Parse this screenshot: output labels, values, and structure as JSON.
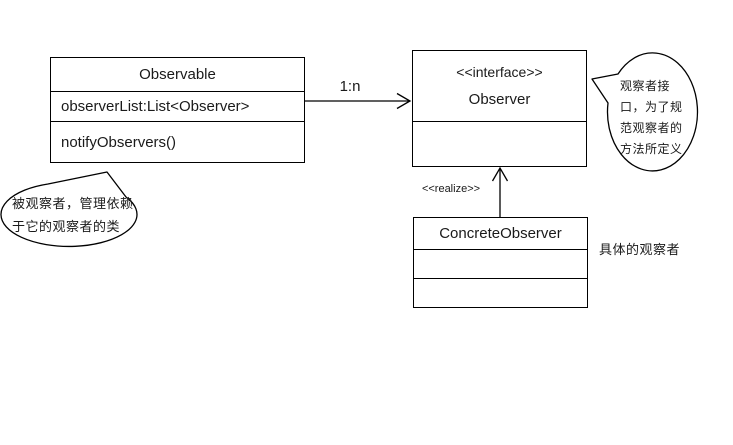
{
  "classes": {
    "observable": {
      "name": "Observable",
      "attribute": "observerList:List<Observer>",
      "method": "notifyObservers()"
    },
    "observer": {
      "stereotype": "<<interface>>",
      "name": "Observer"
    },
    "concrete_observer": {
      "name": "ConcreteObserver"
    }
  },
  "relations": {
    "association_label": "1:n",
    "realize_label": "<<realize>>"
  },
  "notes": {
    "observable_note": "被观察者，管理依赖\n于它的观察者的类",
    "observer_note": "观察者接\n口，为了规\n范观察者的\n方法所定义",
    "concrete_observer_note": "具体的观察者"
  },
  "colors": {
    "line": "#000000",
    "background": "#ffffff"
  }
}
